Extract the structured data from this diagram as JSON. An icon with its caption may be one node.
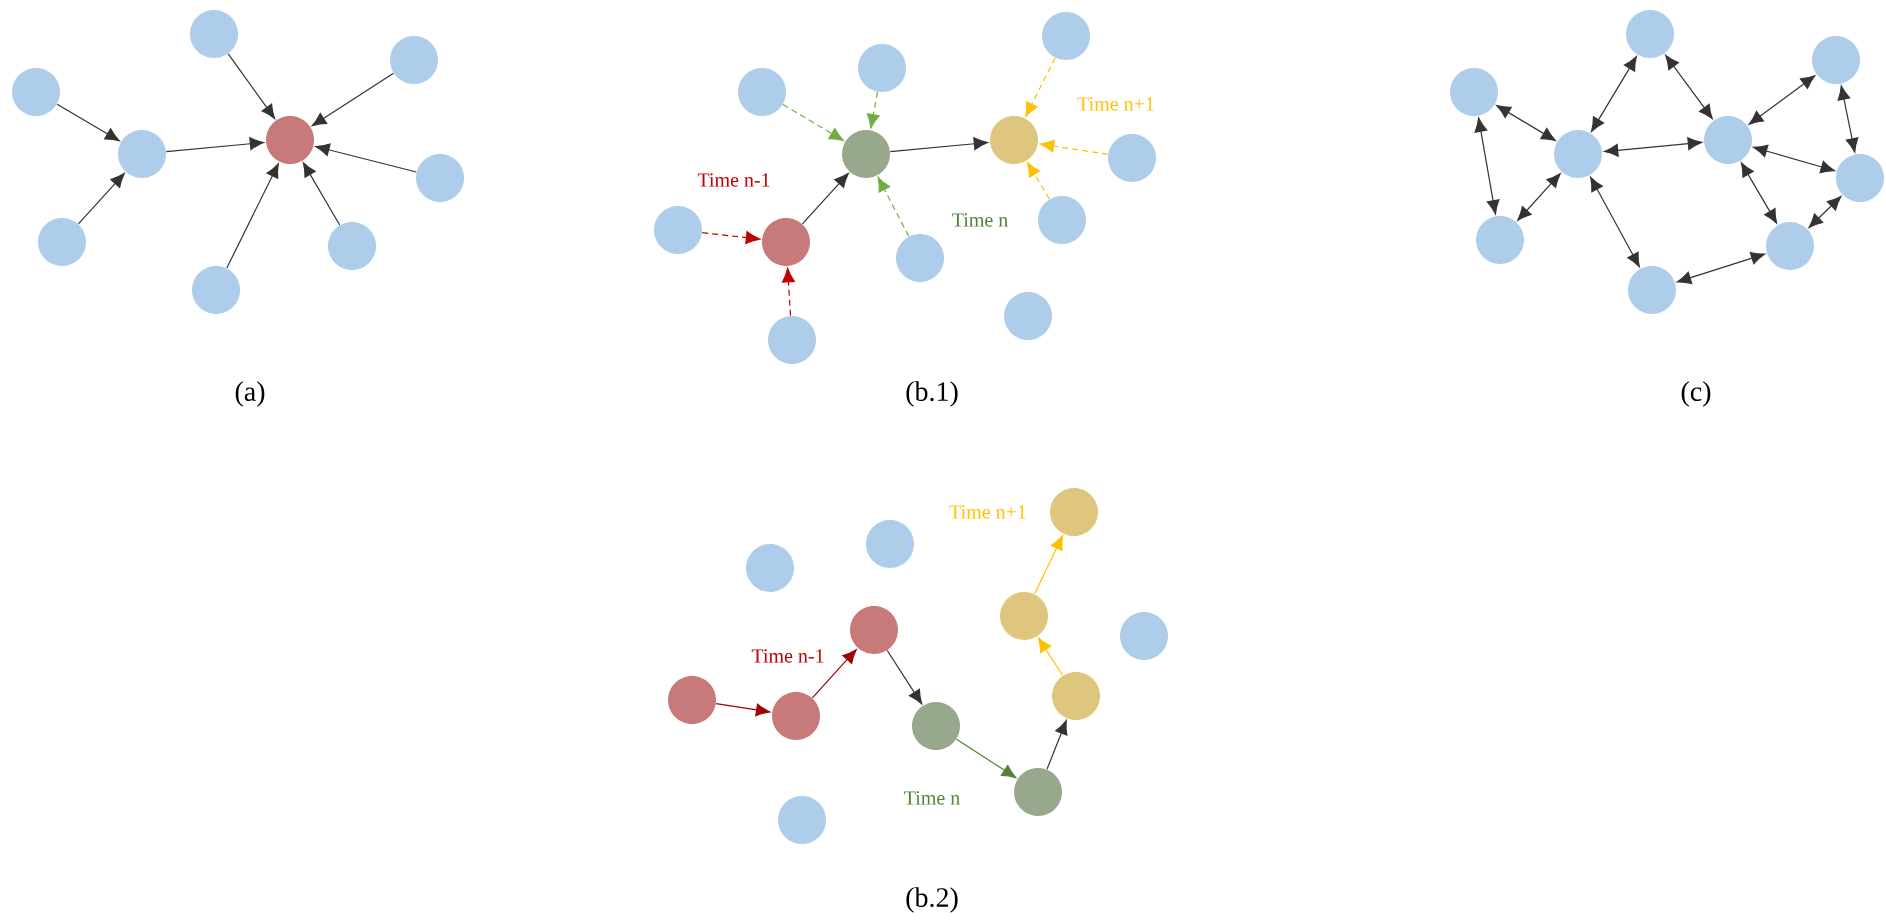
{
  "diagram": {
    "nodes": [
      {
        "text": [],
        "shape": "circle"
      },
      {
        "text": [],
        "shape": "circle"
      },
      {
        "text": [],
        "shape": "circle"
      },
      {
        "text": [],
        "shape": "circle"
      },
      {
        "text": [],
        "shape": "circle"
      },
      {
        "text": [],
        "shape": "circle"
      },
      {
        "text": [],
        "shape": "circle"
      },
      {
        "text": [],
        "shape": "circle"
      },
      {
        "text": [],
        "shape": "circle"
      },
      {
        "text": [],
        "shape": "circle"
      },
      {
        "text": [],
        "shape": "circle"
      },
      {
        "text": [],
        "shape": "circle"
      },
      {
        "text": [],
        "shape": "circle"
      },
      {
        "text": [],
        "shape": "circle"
      },
      {
        "text": [],
        "shape": "circle"
      },
      {
        "text": [],
        "shape": "circle"
      },
      {
        "text": [],
        "shape": "circle"
      },
      {
        "text": [],
        "shape": "circle"
      },
      {
        "text": [],
        "shape": "circle"
      },
      {
        "text": [],
        "shape": "circle"
      },
      {
        "text": [],
        "shape": "circle"
      },
      {
        "text": [],
        "shape": "circle"
      },
      {
        "text": [],
        "shape": "circle"
      },
      {
        "text": [],
        "shape": "circle"
      },
      {
        "text": [],
        "shape": "circle"
      },
      {
        "text": [],
        "shape": "circle"
      },
      {
        "text": [],
        "shape": "circle"
      },
      {
        "text": [],
        "shape": "circle"
      },
      {
        "text": [],
        "shape": "circle"
      },
      {
        "text": [],
        "shape": "circle"
      },
      {
        "text": [],
        "shape": "circle"
      },
      {
        "text": [],
        "shape": "circle"
      },
      {
        "text": [],
        "shape": "circle"
      },
      {
        "text": [],
        "shape": "circle"
      },
      {
        "text": [],
        "shape": "circle"
      },
      {
        "text": [],
        "shape": "circle"
      },
      {
        "text": [],
        "shape": "circle"
      },
      {
        "text": [],
        "shape": "circle"
      },
      {
        "text": [],
        "shape": "circle"
      },
      {
        "text": [],
        "shape": "circle"
      },
      {
        "text": [],
        "shape": "circle"
      },
      {
        "text": [],
        "shape": "circle"
      }
    ],
    "edges": [
      {
        "from": 0,
        "to": 4,
        "arrow": "to"
      },
      {
        "from": 1,
        "to": 4,
        "arrow": "to"
      },
      {
        "from": 2,
        "to": 3,
        "arrow": "to"
      },
      {
        "from": 6,
        "to": 3,
        "arrow": "to"
      },
      {
        "from": 3,
        "to": 4,
        "arrow": "to"
      },
      {
        "from": 5,
        "to": 4,
        "arrow": "to"
      },
      {
        "from": 7,
        "to": 4,
        "arrow": "to"
      },
      {
        "from": 8,
        "to": 4,
        "arrow": "to"
      },
      {
        "from": 15,
        "to": 16,
        "arrow": "to",
        "style": "dashed",
        "color": "#c00000"
      },
      {
        "from": 19,
        "to": 16,
        "arrow": "to",
        "style": "dashed",
        "color": "#c00000"
      },
      {
        "from": 16,
        "to": 12,
        "arrow": "to"
      },
      {
        "from": 9,
        "to": 12,
        "arrow": "to",
        "style": "dashed",
        "color": "#70ad47"
      },
      {
        "from": 10,
        "to": 12,
        "arrow": "to",
        "style": "dashed",
        "color": "#70ad47"
      },
      {
        "from": 17,
        "to": 12,
        "arrow": "to",
        "style": "dashed",
        "color": "#70ad47"
      },
      {
        "from": 12,
        "to": 13,
        "arrow": "to"
      },
      {
        "from": 11,
        "to": 13,
        "arrow": "to",
        "style": "dashed",
        "color": "#ffc000"
      },
      {
        "from": 14,
        "to": 13,
        "arrow": "to",
        "style": "dashed",
        "color": "#ffc000"
      },
      {
        "from": 18,
        "to": 13,
        "arrow": "to",
        "style": "dashed",
        "color": "#ffc000"
      },
      {
        "from": 22,
        "to": 24,
        "arrow": "both"
      },
      {
        "from": 22,
        "to": 27,
        "arrow": "both"
      },
      {
        "from": 24,
        "to": 21,
        "arrow": "both"
      },
      {
        "from": 21,
        "to": 25,
        "arrow": "both"
      },
      {
        "from": 24,
        "to": 25,
        "arrow": "both"
      },
      {
        "from": 25,
        "to": 23,
        "arrow": "both"
      },
      {
        "from": 25,
        "to": 26,
        "arrow": "both"
      },
      {
        "from": 23,
        "to": 26,
        "arrow": "both"
      },
      {
        "from": 24,
        "to": 27,
        "arrow": "both"
      },
      {
        "from": 24,
        "to": 29,
        "arrow": "both"
      },
      {
        "from": 25,
        "to": 28,
        "arrow": "both"
      },
      {
        "from": 29,
        "to": 28,
        "arrow": "both"
      },
      {
        "from": 28,
        "to": 26,
        "arrow": "both"
      },
      {
        "from": 36,
        "to": 37,
        "arrow": "to",
        "color": "#a00000"
      },
      {
        "from": 37,
        "to": 33,
        "arrow": "to",
        "color": "#a00000"
      },
      {
        "from": 33,
        "to": 39,
        "arrow": "to"
      },
      {
        "from": 39,
        "to": 40,
        "arrow": "to",
        "color": "#548235"
      },
      {
        "from": 40,
        "to": 38,
        "arrow": "to"
      },
      {
        "from": 38,
        "to": 34,
        "arrow": "to",
        "color": "#ffc000"
      },
      {
        "from": 34,
        "to": 32,
        "arrow": "to",
        "color": "#ffc000"
      }
    ],
    "labels": [
      "Time n+1",
      "Time n-1",
      "Time n",
      "(a)",
      "(b.1)",
      "(c)",
      "Time n+1",
      "Time n-1",
      "Time n",
      "(b.2)"
    ]
  }
}
